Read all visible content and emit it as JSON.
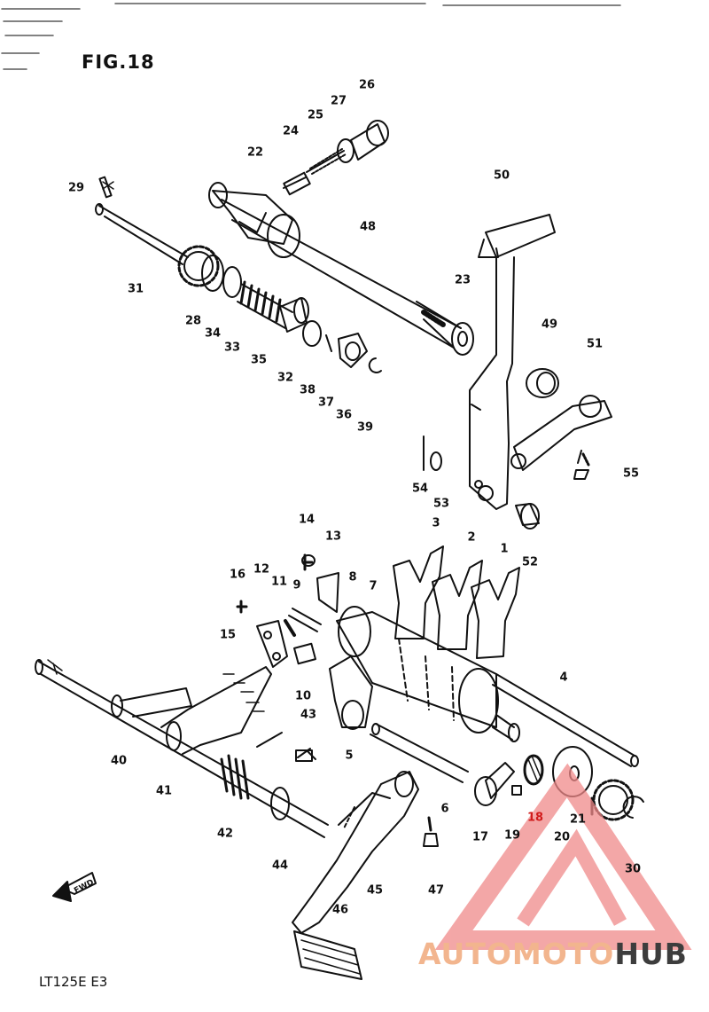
{
  "title": "FIG.18",
  "model": "LT125E E3",
  "watermark": {
    "brand_part1": "AUTOMOTO",
    "brand_part2": "HUB",
    "color_part1": "#f2b58e",
    "color_part2": "#3d3d3d",
    "triangle_color": "#f08a8a"
  },
  "arrow_text": "FWD",
  "part_labels": [
    "1",
    "2",
    "3",
    "4",
    "5",
    "6",
    "8",
    "9",
    "10",
    "11",
    "12",
    "13",
    "14",
    "15",
    "16",
    "17",
    "18",
    "19",
    "20",
    "21",
    "22",
    "23",
    "24",
    "25",
    "26",
    "27",
    "28",
    "29",
    "30",
    "31",
    "32",
    "33",
    "34",
    "35",
    "36",
    "37",
    "38",
    "39",
    "40",
    "41",
    "42",
    "43",
    "44",
    "45",
    "46",
    "47",
    "48",
    "49",
    "50",
    "51",
    "52",
    "53",
    "54",
    "55",
    "7"
  ]
}
